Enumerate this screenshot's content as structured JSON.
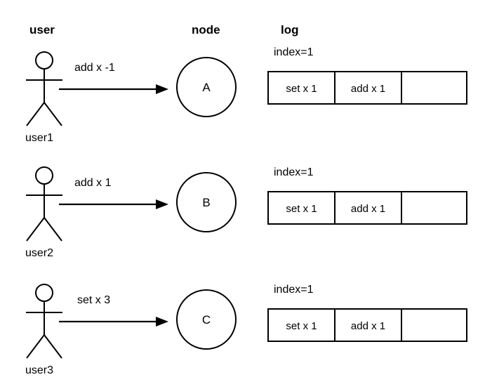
{
  "columns": {
    "user_header": "user",
    "node_header": "node",
    "log_header": "log"
  },
  "colors": {
    "background": "#ffffff",
    "stroke": "#000000",
    "text": "#000000"
  },
  "rows": [
    {
      "actor_label": "user1",
      "actor_icon": "stick-figure-icon",
      "edge_label": "add x -1",
      "node_label": "A",
      "log": {
        "index_label": "index=1",
        "cells": [
          "set x 1",
          "add x 1",
          ""
        ]
      }
    },
    {
      "actor_label": "user2",
      "actor_icon": "stick-figure-icon",
      "edge_label": "add x 1",
      "node_label": "B",
      "log": {
        "index_label": "index=1",
        "cells": [
          "set x 1",
          "add x 1",
          ""
        ]
      }
    },
    {
      "actor_label": "user3",
      "actor_icon": "stick-figure-icon",
      "edge_label": "set x 3",
      "node_label": "C",
      "log": {
        "index_label": "index=1",
        "cells": [
          "set x 1",
          "add x 1",
          ""
        ]
      }
    }
  ]
}
